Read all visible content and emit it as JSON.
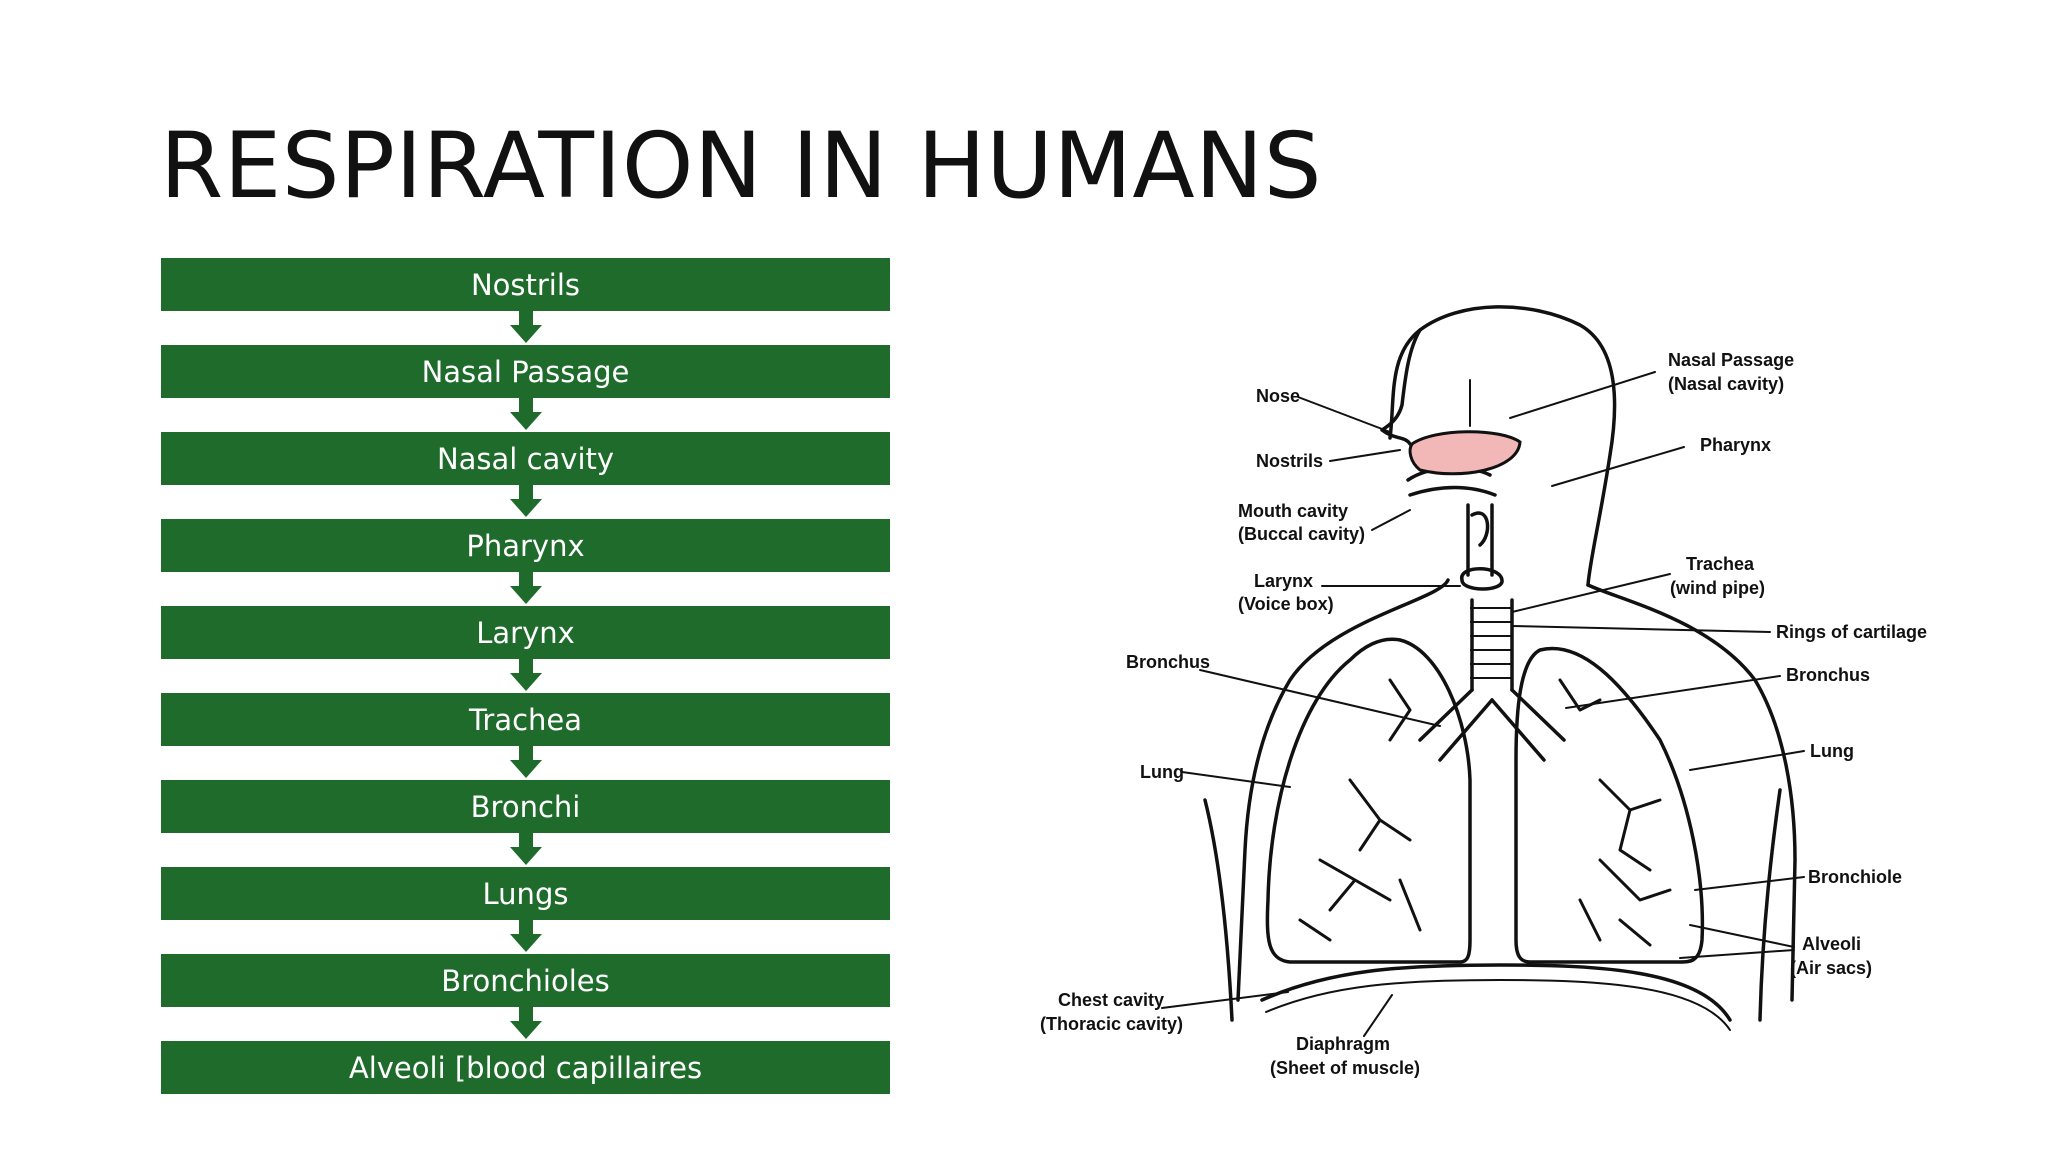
{
  "title": "RESPIRATION IN HUMANS",
  "colors": {
    "step_fill": "#1e6b2c",
    "arrow_fill": "#1e6b2c",
    "text_light": "#ffffff",
    "diagram_line": "#111111",
    "palate_fill": "#f2b8b8"
  },
  "flow_steps": [
    "Nostrils",
    "Nasal Passage",
    "Nasal cavity",
    "Pharynx",
    "Larynx",
    "Trachea",
    "Bronchi",
    "Lungs",
    "Bronchioles",
    "Alveoli [blood capillaires"
  ],
  "diagram": {
    "labels_left": {
      "nose": "Nose",
      "nostrils": "Nostrils",
      "mouth_cavity_1": "Mouth cavity",
      "mouth_cavity_2": "(Buccal cavity)",
      "larynx_1": "Larynx",
      "larynx_2": "(Voice box)",
      "bronchus": "Bronchus",
      "lung": "Lung",
      "chest_cavity_1": "Chest cavity",
      "chest_cavity_2": "(Thoracic cavity)"
    },
    "labels_right": {
      "nasal_passage_1": "Nasal Passage",
      "nasal_passage_2": "(Nasal cavity)",
      "pharynx": "Pharynx",
      "trachea_1": "Trachea",
      "trachea_2": "(wind pipe)",
      "rings": "Rings of cartilage",
      "bronchus": "Bronchus",
      "lung": "Lung",
      "bronchiole": "Bronchiole",
      "alveoli_1": "Alveoli",
      "alveoli_2": "(Air sacs)"
    },
    "labels_bottom": {
      "diaphragm_1": "Diaphragm",
      "diaphragm_2": "(Sheet of muscle)"
    }
  }
}
